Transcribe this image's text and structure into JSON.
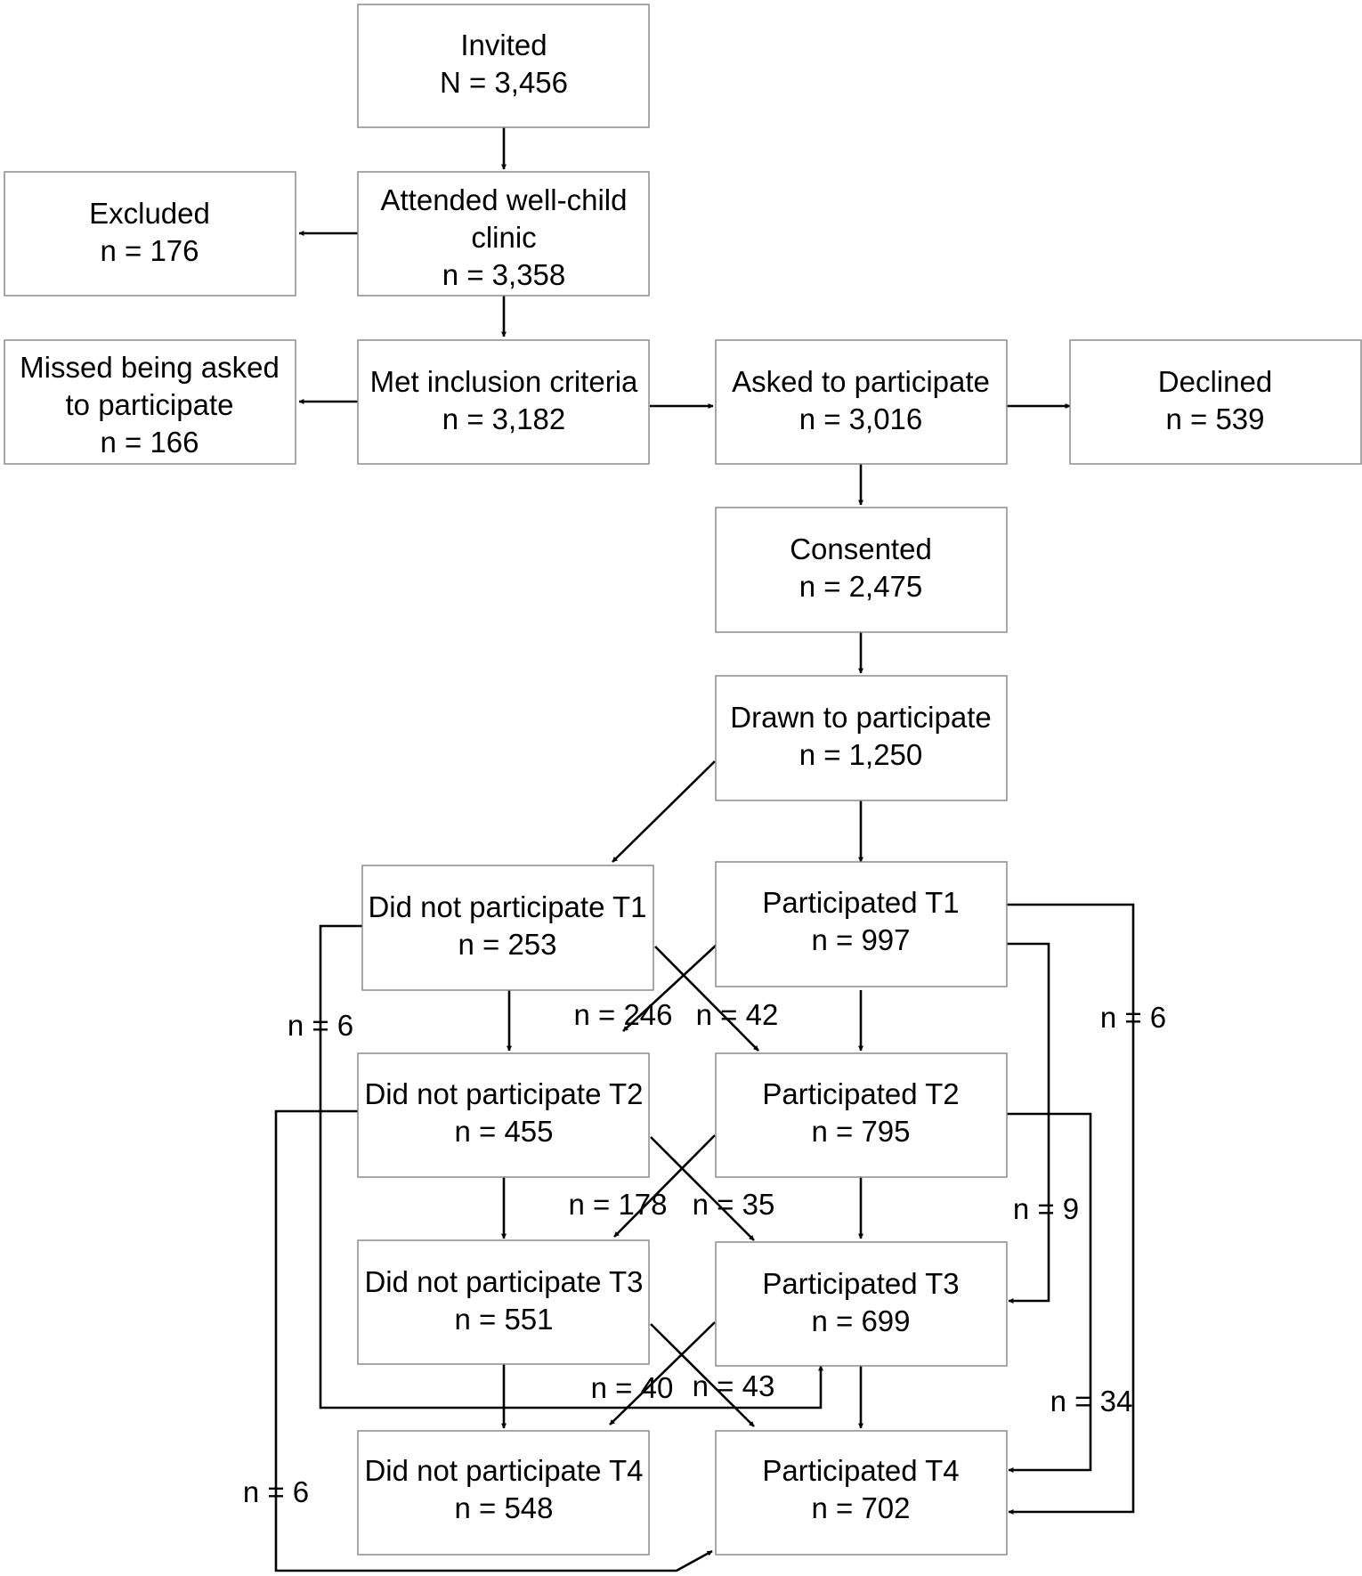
{
  "boxes": {
    "invited": {
      "title": "Invited",
      "count": "N = 3,456"
    },
    "attended": {
      "title1": "Attended well-child",
      "title2": "clinic",
      "count": "n = 3,358"
    },
    "excluded": {
      "title": "Excluded",
      "count": "n = 176"
    },
    "missed": {
      "title1": "Missed being asked",
      "title2": "to participate",
      "count": "n = 166"
    },
    "met": {
      "title": "Met inclusion criteria",
      "count": "n = 3,182"
    },
    "asked": {
      "title": "Asked to participate",
      "count": "n = 3,016"
    },
    "declined": {
      "title": "Declined",
      "count": "n = 539"
    },
    "consented": {
      "title": "Consented",
      "count": "n = 2,475"
    },
    "drawn": {
      "title": "Drawn to participate",
      "count": "n = 1,250"
    },
    "dnp_t1": {
      "title": "Did not participate T1",
      "count": "n = 253"
    },
    "p_t1": {
      "title": "Participated T1",
      "count": "n = 997"
    },
    "dnp_t2": {
      "title": "Did not participate T2",
      "count": "n = 455"
    },
    "p_t2": {
      "title": "Participated T2",
      "count": "n = 795"
    },
    "dnp_t3": {
      "title": "Did not participate T3",
      "count": "n = 551"
    },
    "p_t3": {
      "title": "Participated T3",
      "count": "n = 699"
    },
    "dnp_t4": {
      "title": "Did not participate T4",
      "count": "n = 548"
    },
    "p_t4": {
      "title": "Participated T4",
      "count": "n = 702"
    }
  },
  "flow_labels": {
    "t1_to_dnp_t2": "n = 246",
    "dnp_t1_to_t2": "n = 42",
    "dnp_t1_to_t3": "n = 6",
    "t1_to_t4": "n = 6",
    "t2_to_dnp_t3": "n = 178",
    "dnp_t2_to_t3": "n = 35",
    "t1_to_t3": "n = 9",
    "t3_to_dnp_t4": "n = 40",
    "dnp_t3_to_t4": "n = 43",
    "t2_to_t4": "n = 34",
    "dnp_t2_to_t4": "n = 6"
  }
}
